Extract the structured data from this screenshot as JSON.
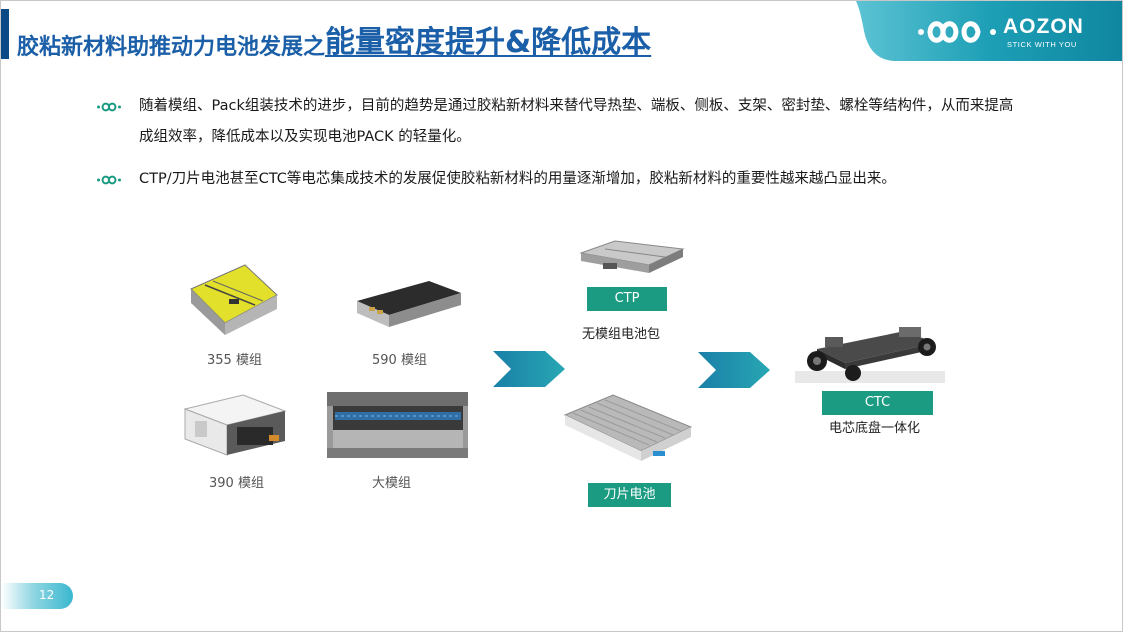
{
  "header": {
    "title_main": "胶粘新材料助推动力电池发展之",
    "title_highlight": "能量密度提升&降低成本",
    "logo_name": "AOZON",
    "logo_tagline": "STICK WITH YOU",
    "colors": {
      "title": "#1b5fa8",
      "accent_bar": "#0a4a86",
      "logo_panel": "#1fa0b4"
    }
  },
  "bullets": [
    {
      "icon": "infinity-bullet-icon",
      "text": "随着模组、Pack组装技术的进步，目前的趋势是通过胶粘新材料来替代导热垫、端板、侧板、支架、密封垫、螺栓等结构件，从而来提高成组效率，降低成本以及实现电池PACK 的轻量化。"
    },
    {
      "icon": "infinity-bullet-icon",
      "text": "CTP/刀片电池甚至CTC等电芯集成技术的发展促使胶粘新材料的用量逐渐增加，胶粘新材料的重要性越来越凸显出来。"
    }
  ],
  "modules": {
    "m355": "355 模组",
    "m590": "590 模组",
    "m390": "390 模组",
    "large": "大模组"
  },
  "ctp": {
    "label": "CTP",
    "caption": "无模组电池包"
  },
  "blade": {
    "label": "刀片电池"
  },
  "ctc": {
    "label": "CTC",
    "caption": "电芯底盘一体化"
  },
  "arrows": [
    "chevron-right-icon",
    "chevron-right-icon"
  ],
  "page_number": "12",
  "colors": {
    "label_box": "#1a9b82",
    "arrow": "#1a8aa6"
  }
}
